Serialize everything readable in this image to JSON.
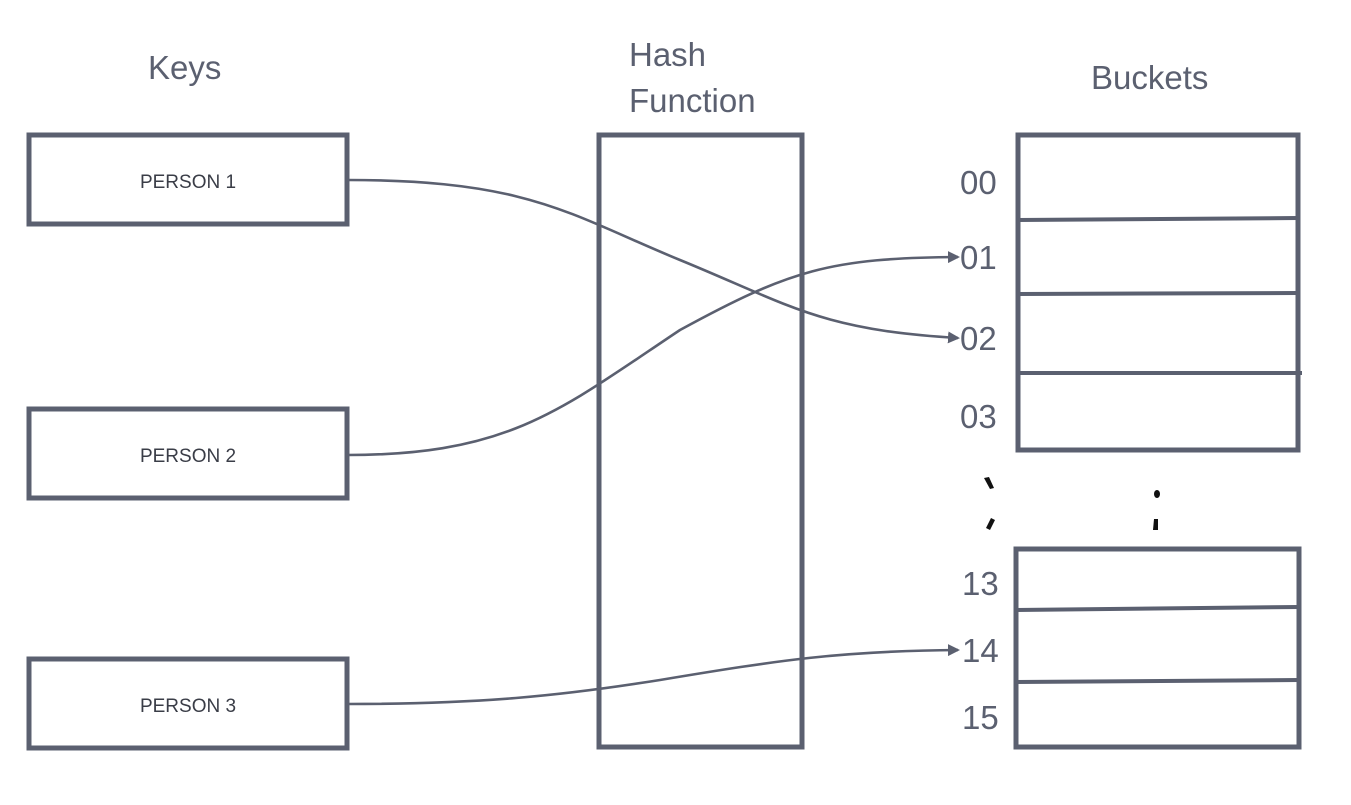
{
  "headers": {
    "keys": "Keys",
    "hash_line1": "Hash",
    "hash_line2": "Function",
    "buckets": "Buckets"
  },
  "keys": [
    "PERSON 1",
    "PERSON 2",
    "PERSON 3"
  ],
  "bucket_indices_top": [
    "00",
    "01",
    "02",
    "03"
  ],
  "bucket_indices_bottom": [
    "13",
    "14",
    "15"
  ],
  "mappings": [
    {
      "from": "PERSON 1",
      "to": "02"
    },
    {
      "from": "PERSON 2",
      "to": "01"
    },
    {
      "from": "PERSON 3",
      "to": "14"
    }
  ],
  "colors": {
    "stroke": "#5b6070",
    "text": "#5b6070",
    "ellipsis": "#111111"
  }
}
